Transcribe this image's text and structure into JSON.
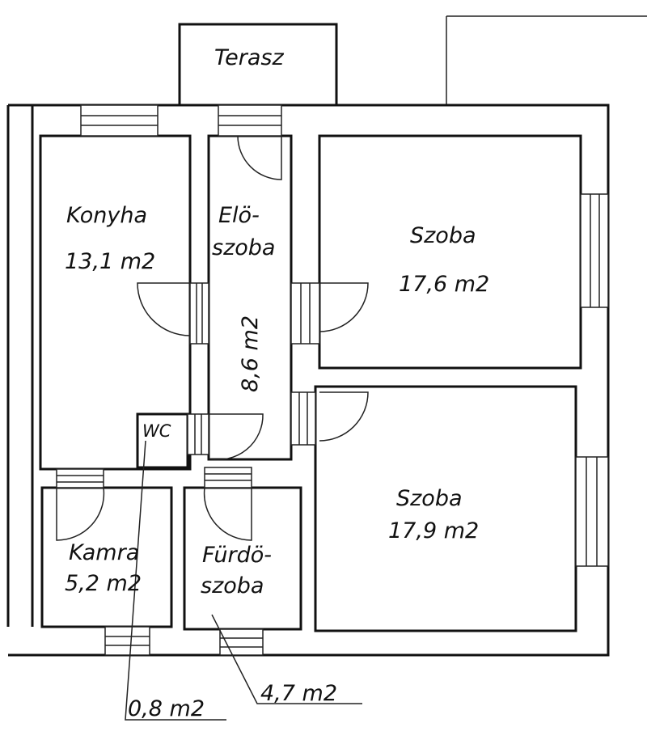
{
  "rooms": {
    "terasz": {
      "name": "Terasz"
    },
    "konyha": {
      "name": "Konyha",
      "area": "13,1  m2"
    },
    "eloszoba": {
      "name_1": "Elö-",
      "name_2": "szoba",
      "area": "8,6  m2"
    },
    "szoba1": {
      "name": "Szoba",
      "area": "17,6  m2"
    },
    "szoba2": {
      "name": "Szoba",
      "area": "17,9  m2"
    },
    "wc": {
      "name": "WC",
      "area": "0,8  m2"
    },
    "kamra": {
      "name": "Kamra",
      "area": "5,2  m2"
    },
    "furdo": {
      "name_1": "Fürdö-",
      "name_2": "szoba",
      "area": "4,7  m2"
    }
  },
  "colors": {
    "line": "#111111",
    "background": "#ffffff"
  }
}
